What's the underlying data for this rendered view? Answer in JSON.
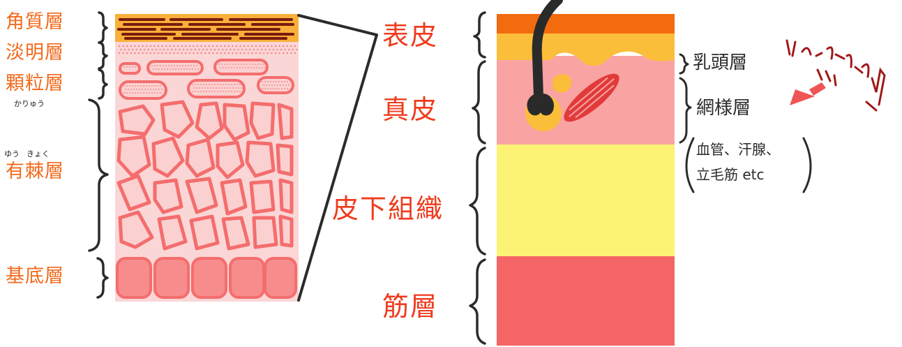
{
  "epidermis_layers": {
    "kakushitsu": "角質層",
    "tanmei": "淡明層",
    "karyuu": "顆粒層",
    "karyuu_ruby": "かりゅう",
    "yuukyoku_ruby_1": "ゆう",
    "yuukyoku_ruby_2": "きょく",
    "yuukyoku": "有棘層",
    "kitei": "基底層"
  },
  "skin_layers": {
    "hyouhi": "表皮",
    "shinpi": "真皮",
    "hika_soshiki": "皮下組織",
    "kinsou": "筋層"
  },
  "dermis_detail": {
    "nyuutou": "乳頭層",
    "mouyou": "網様層",
    "contents_line1": "血管、汗腺、",
    "contents_line2": "立毛筋 etc"
  },
  "colors": {
    "orange_label": "#f26a1b",
    "red_label": "#ef3b1d",
    "stratum_corneum": "#f7b13a",
    "epidermis_top": "#f26b0f",
    "epidermis_band": "#fbbe3a",
    "dermis": "#f9a4a2",
    "subcutis": "#fcf374",
    "muscle": "#f46565",
    "cell_fill": "#fbd0d0",
    "cell_stroke": "#f46d6d",
    "hair": "#2a2a2a"
  }
}
